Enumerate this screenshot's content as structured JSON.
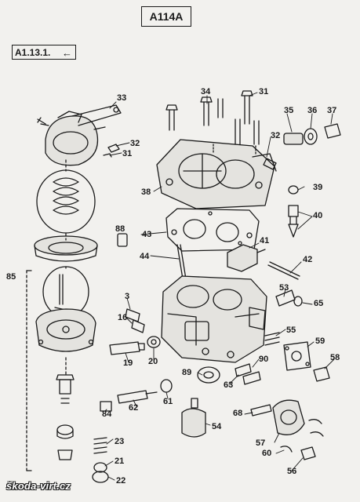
{
  "header": {
    "code": "A114A"
  },
  "reference": {
    "code": "A1.13.1.",
    "arrow": "←"
  },
  "watermark": {
    "text": "škoda-virt.cz"
  },
  "parts": {
    "p3": "3",
    "p16": "16",
    "p19": "19",
    "p20": "20",
    "p21": "21",
    "p22": "22",
    "p23": "23",
    "p31a": "31",
    "p31b": "31",
    "p32a": "32",
    "p32b": "32",
    "p33": "33",
    "p34": "34",
    "p35": "35",
    "p36": "36",
    "p37": "37",
    "p38": "38",
    "p39": "39",
    "p40": "40",
    "p41": "41",
    "p42": "42",
    "p43": "43",
    "p44": "44",
    "p53": "53",
    "p54": "54",
    "p55": "55",
    "p56": "56",
    "p57": "57",
    "p58": "58",
    "p59": "59",
    "p60": "60",
    "p61": "61",
    "p62": "62",
    "p63": "63",
    "p65": "65",
    "p68": "68",
    "p84": "84",
    "p85": "85",
    "p88": "88",
    "p89": "89",
    "p90": "90"
  }
}
